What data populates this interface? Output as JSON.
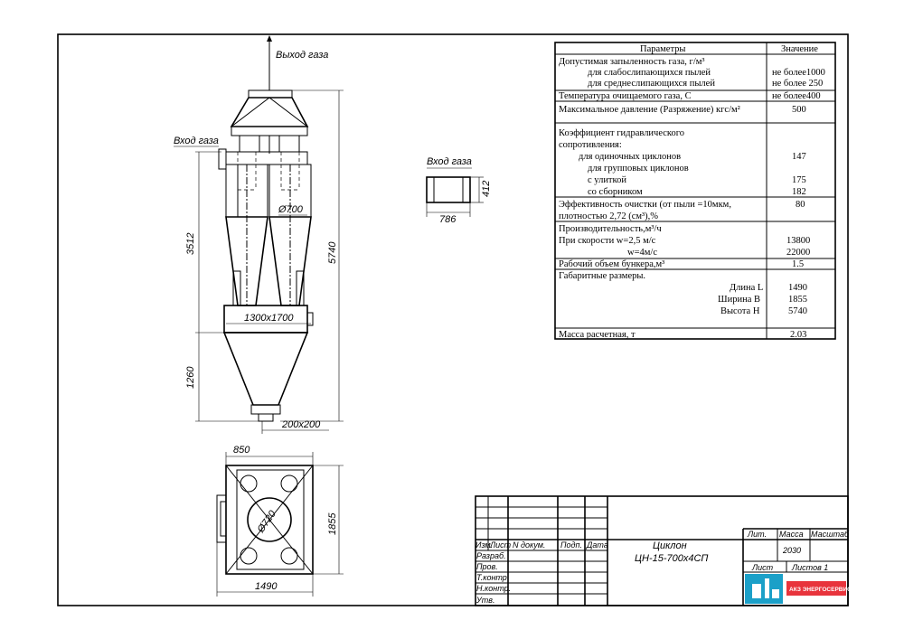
{
  "labels": {
    "gas_out": "Выход газа",
    "gas_in": "Вход газа",
    "gas_in_side": "Вход газа"
  },
  "dims": {
    "d700": "Ø700",
    "h3512": "3512",
    "h5740": "5740",
    "s1300": "1300x1700",
    "h1260": "1260",
    "s200": "200x200",
    "w786": "786",
    "h412": "412",
    "w850": "850",
    "d720": "Ø720",
    "h1855": "1855",
    "w1490": "1490"
  },
  "table": {
    "col_param": "Параметры",
    "col_value": "Значение",
    "rows": [
      {
        "p": "Допустимая запыленность газа, г/м³",
        "v": ""
      },
      {
        "p": "для слабослипающихся пылей",
        "v": "не более1000"
      },
      {
        "p": "для среднеслипающихся  пылей",
        "v": "не более 250"
      },
      {
        "p": "Температура очищаемого газа, С",
        "v": "не более400"
      },
      {
        "p": "Максимальное давление (Разряжение) кгс/м²",
        "v": "500"
      },
      {
        "p": "Коэффициент гидравлического",
        "v": ""
      },
      {
        "p": "сопротивления:",
        "v": ""
      },
      {
        "p": "для  одиночных циклонов",
        "v": "147"
      },
      {
        "p": "для групповых циклонов",
        "v": ""
      },
      {
        "p": "с улиткой",
        "v": "175"
      },
      {
        "p": "со сборником",
        "v": "182"
      },
      {
        "p": "Эффективность очистки (от пыли =10мкм,",
        "v": "80"
      },
      {
        "p": "плотностью 2,72 (см³),%",
        "v": ""
      },
      {
        "p": "Производительность,м³/ч",
        "v": ""
      },
      {
        "p": "При скорости w=2,5 м/с",
        "v": "13800"
      },
      {
        "p": "w=4м/с",
        "v": "22000"
      },
      {
        "p": "Рабочий объем бункера,м³",
        "v": "1.5"
      },
      {
        "p": "Габаритные размеры.",
        "v": ""
      },
      {
        "p": "Длина L",
        "v": "1490"
      },
      {
        "p": "Ширина B",
        "v": "1855"
      },
      {
        "p": "Высота H",
        "v": "5740"
      },
      {
        "p": "Масса расчетная, т",
        "v": "2.03"
      }
    ]
  },
  "stamp": {
    "izm": "Изм.",
    "list": "Лист",
    "ndoc": "N докум.",
    "podp": "Подп.",
    "data": "Дата",
    "razrab": "Разраб.",
    "prov": "Пров.",
    "tkontr": "Т.контр",
    "nkontr": "Н.контр.",
    "utv": "Утв.",
    "title1": "Циклон",
    "title2": "ЦН-15-700х4СП",
    "lit": "Лит.",
    "massa": "Масса",
    "masshtab": "Масштаб",
    "mass_val": "2030",
    "list2": "Лист",
    "listov": "Листов  1",
    "company": "АКЗ ЭНЕРГОСЕРВИС"
  },
  "colors": {
    "logo_bg": "#1ba0c8",
    "logo_text_bg": "#e8343c"
  }
}
